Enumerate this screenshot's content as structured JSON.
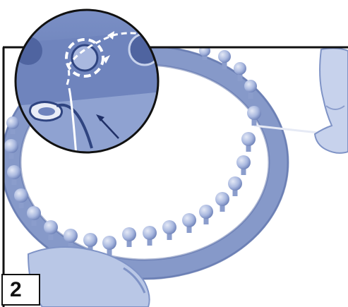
{
  "step": {
    "number": "2"
  },
  "colors": {
    "loom": "#7f93c6",
    "loom_dark": "#5b6fa8",
    "peg": "#a9b8df",
    "yarn": "#eef1f8",
    "skin": "#b9c7e6",
    "frame": "#111111",
    "background": "#ffffff"
  },
  "icons": {
    "loom": "round-knitting-loom",
    "magnifier": "detail-zoom-circle",
    "arrow": "direction-arrow"
  }
}
